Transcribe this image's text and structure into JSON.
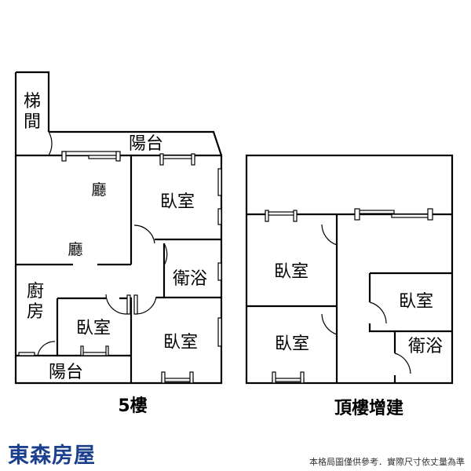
{
  "plans": [
    {
      "caption": "5樓",
      "rooms": {
        "stair": [
          "梯",
          "間"
        ],
        "balcony_top": "陽台",
        "living_1": "廳",
        "living_2": "廳",
        "bedroom_ne": "臥室",
        "bath": "衛浴",
        "kitchen": [
          "廚",
          "房"
        ],
        "bedroom_small": "臥室",
        "bedroom_se": "臥室",
        "balcony_bottom": "陽台"
      }
    },
    {
      "caption": "頂樓增建",
      "rooms": {
        "bedroom_nw": "臥室",
        "bedroom_sw": "臥室",
        "bedroom_e": "臥室",
        "bath": "衛浴"
      }
    }
  ],
  "brand": "東森房屋",
  "disclaimer": "本格局圖僅供參考．實際尺寸依丈量為準",
  "colors": {
    "brand": "#1b3f8f"
  }
}
